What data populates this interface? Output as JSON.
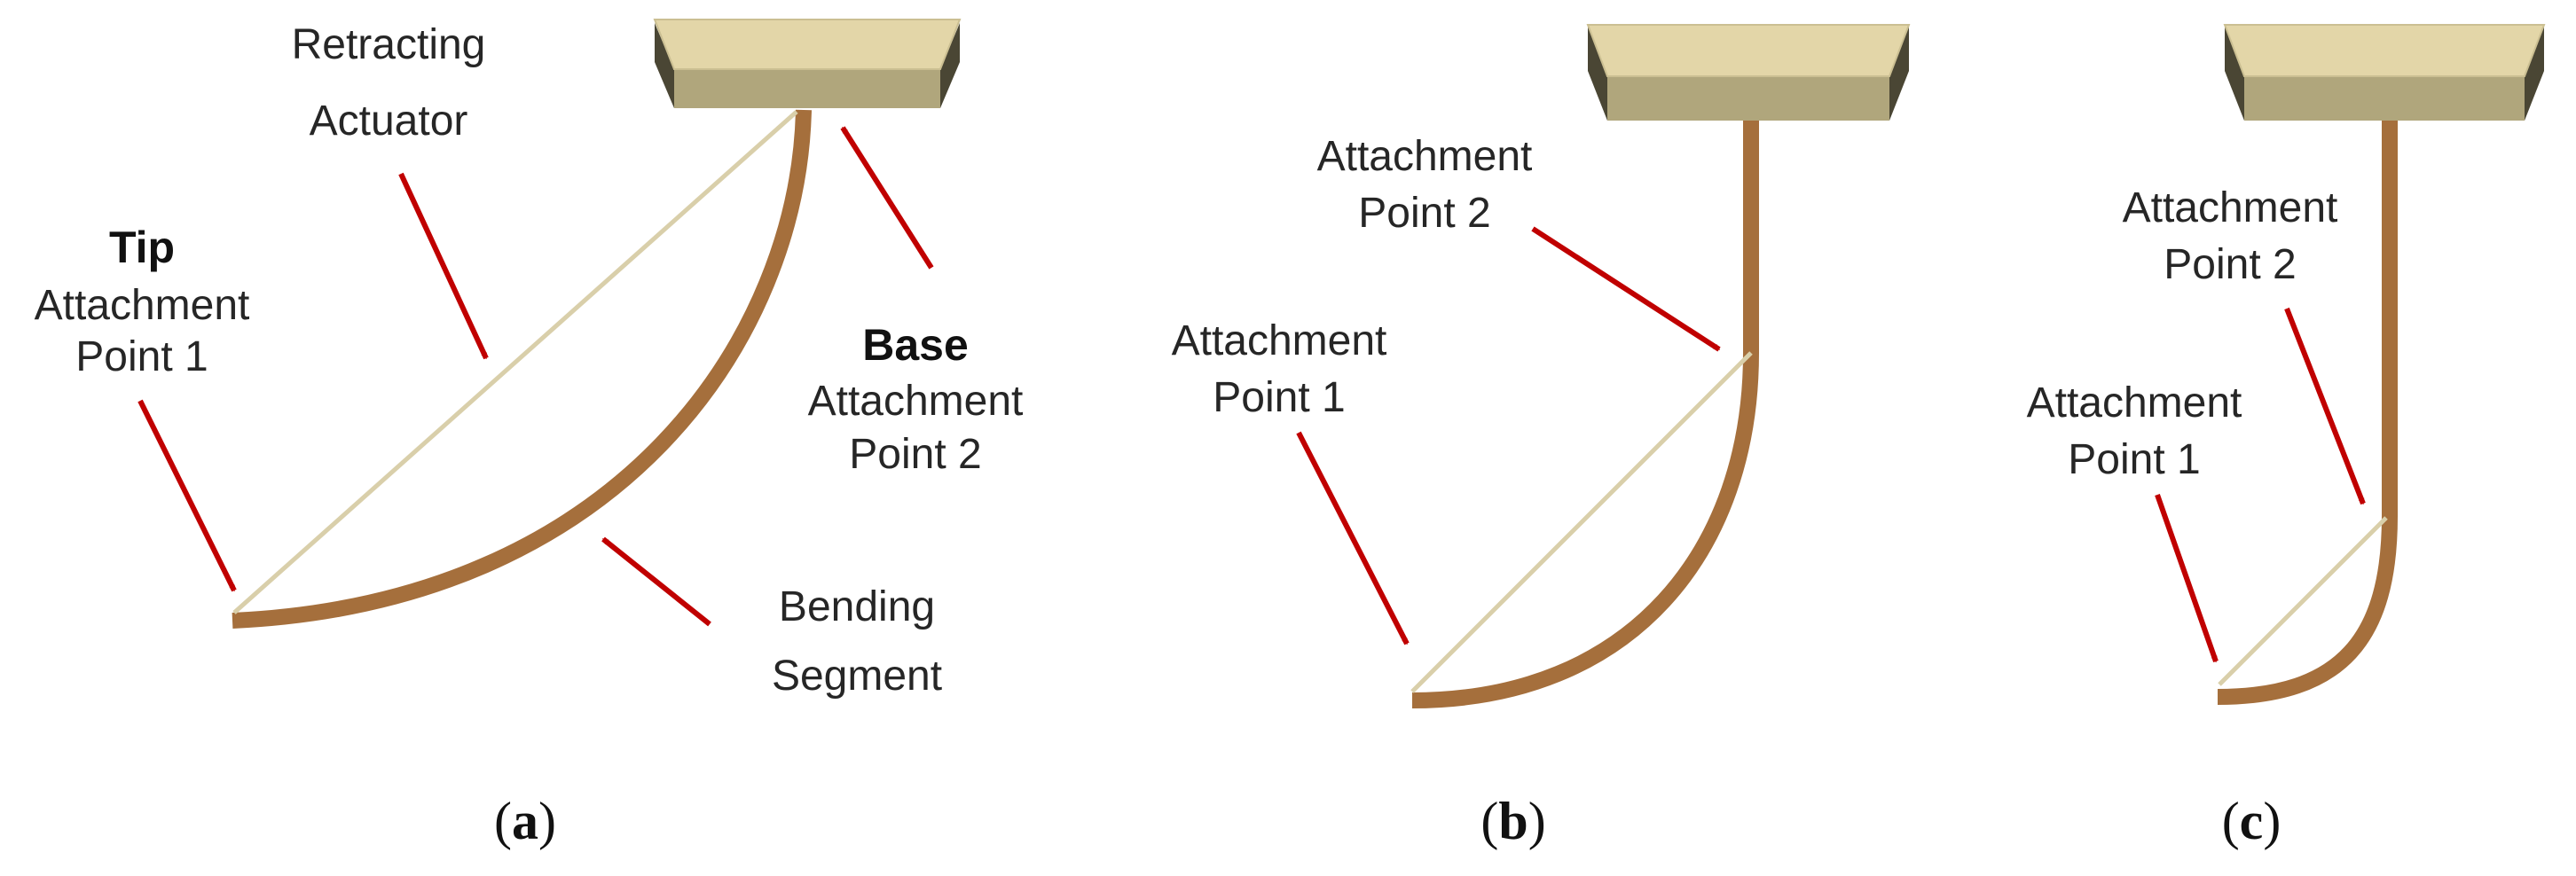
{
  "panels": [
    {
      "id": "a",
      "caption": {
        "open": "(",
        "letter": "a",
        "close": ")"
      },
      "labels": {
        "actuator_line1": "Retracting",
        "actuator_line2": "Actuator",
        "tip_bold": "Tip",
        "tip_line1": "Attachment",
        "tip_line2": "Point 1",
        "base_bold": "Base",
        "base_line1": "Attachment",
        "base_line2": "Point 2",
        "segment_line1": "Bending",
        "segment_line2": "Segment"
      }
    },
    {
      "id": "b",
      "caption": {
        "open": "(",
        "letter": "b",
        "close": ")"
      },
      "labels": {
        "p2_line1": "Attachment",
        "p2_line2": "Point 2",
        "p1_line1": "Attachment",
        "p1_line2": "Point 1"
      }
    },
    {
      "id": "c",
      "caption": {
        "open": "(",
        "letter": "c",
        "close": ")"
      },
      "labels": {
        "p2_line1": "Attachment",
        "p2_line2": "Point 2",
        "p1_line1": "Attachment",
        "p1_line2": "Point 1"
      }
    }
  ],
  "colors": {
    "mount_top": "#e3d6a8",
    "mount_front": "#b0a67c",
    "mount_side": "#4a4634",
    "segment": "#a56f3c",
    "actuator": "#d9cfaa",
    "arrow": "#c00000"
  }
}
